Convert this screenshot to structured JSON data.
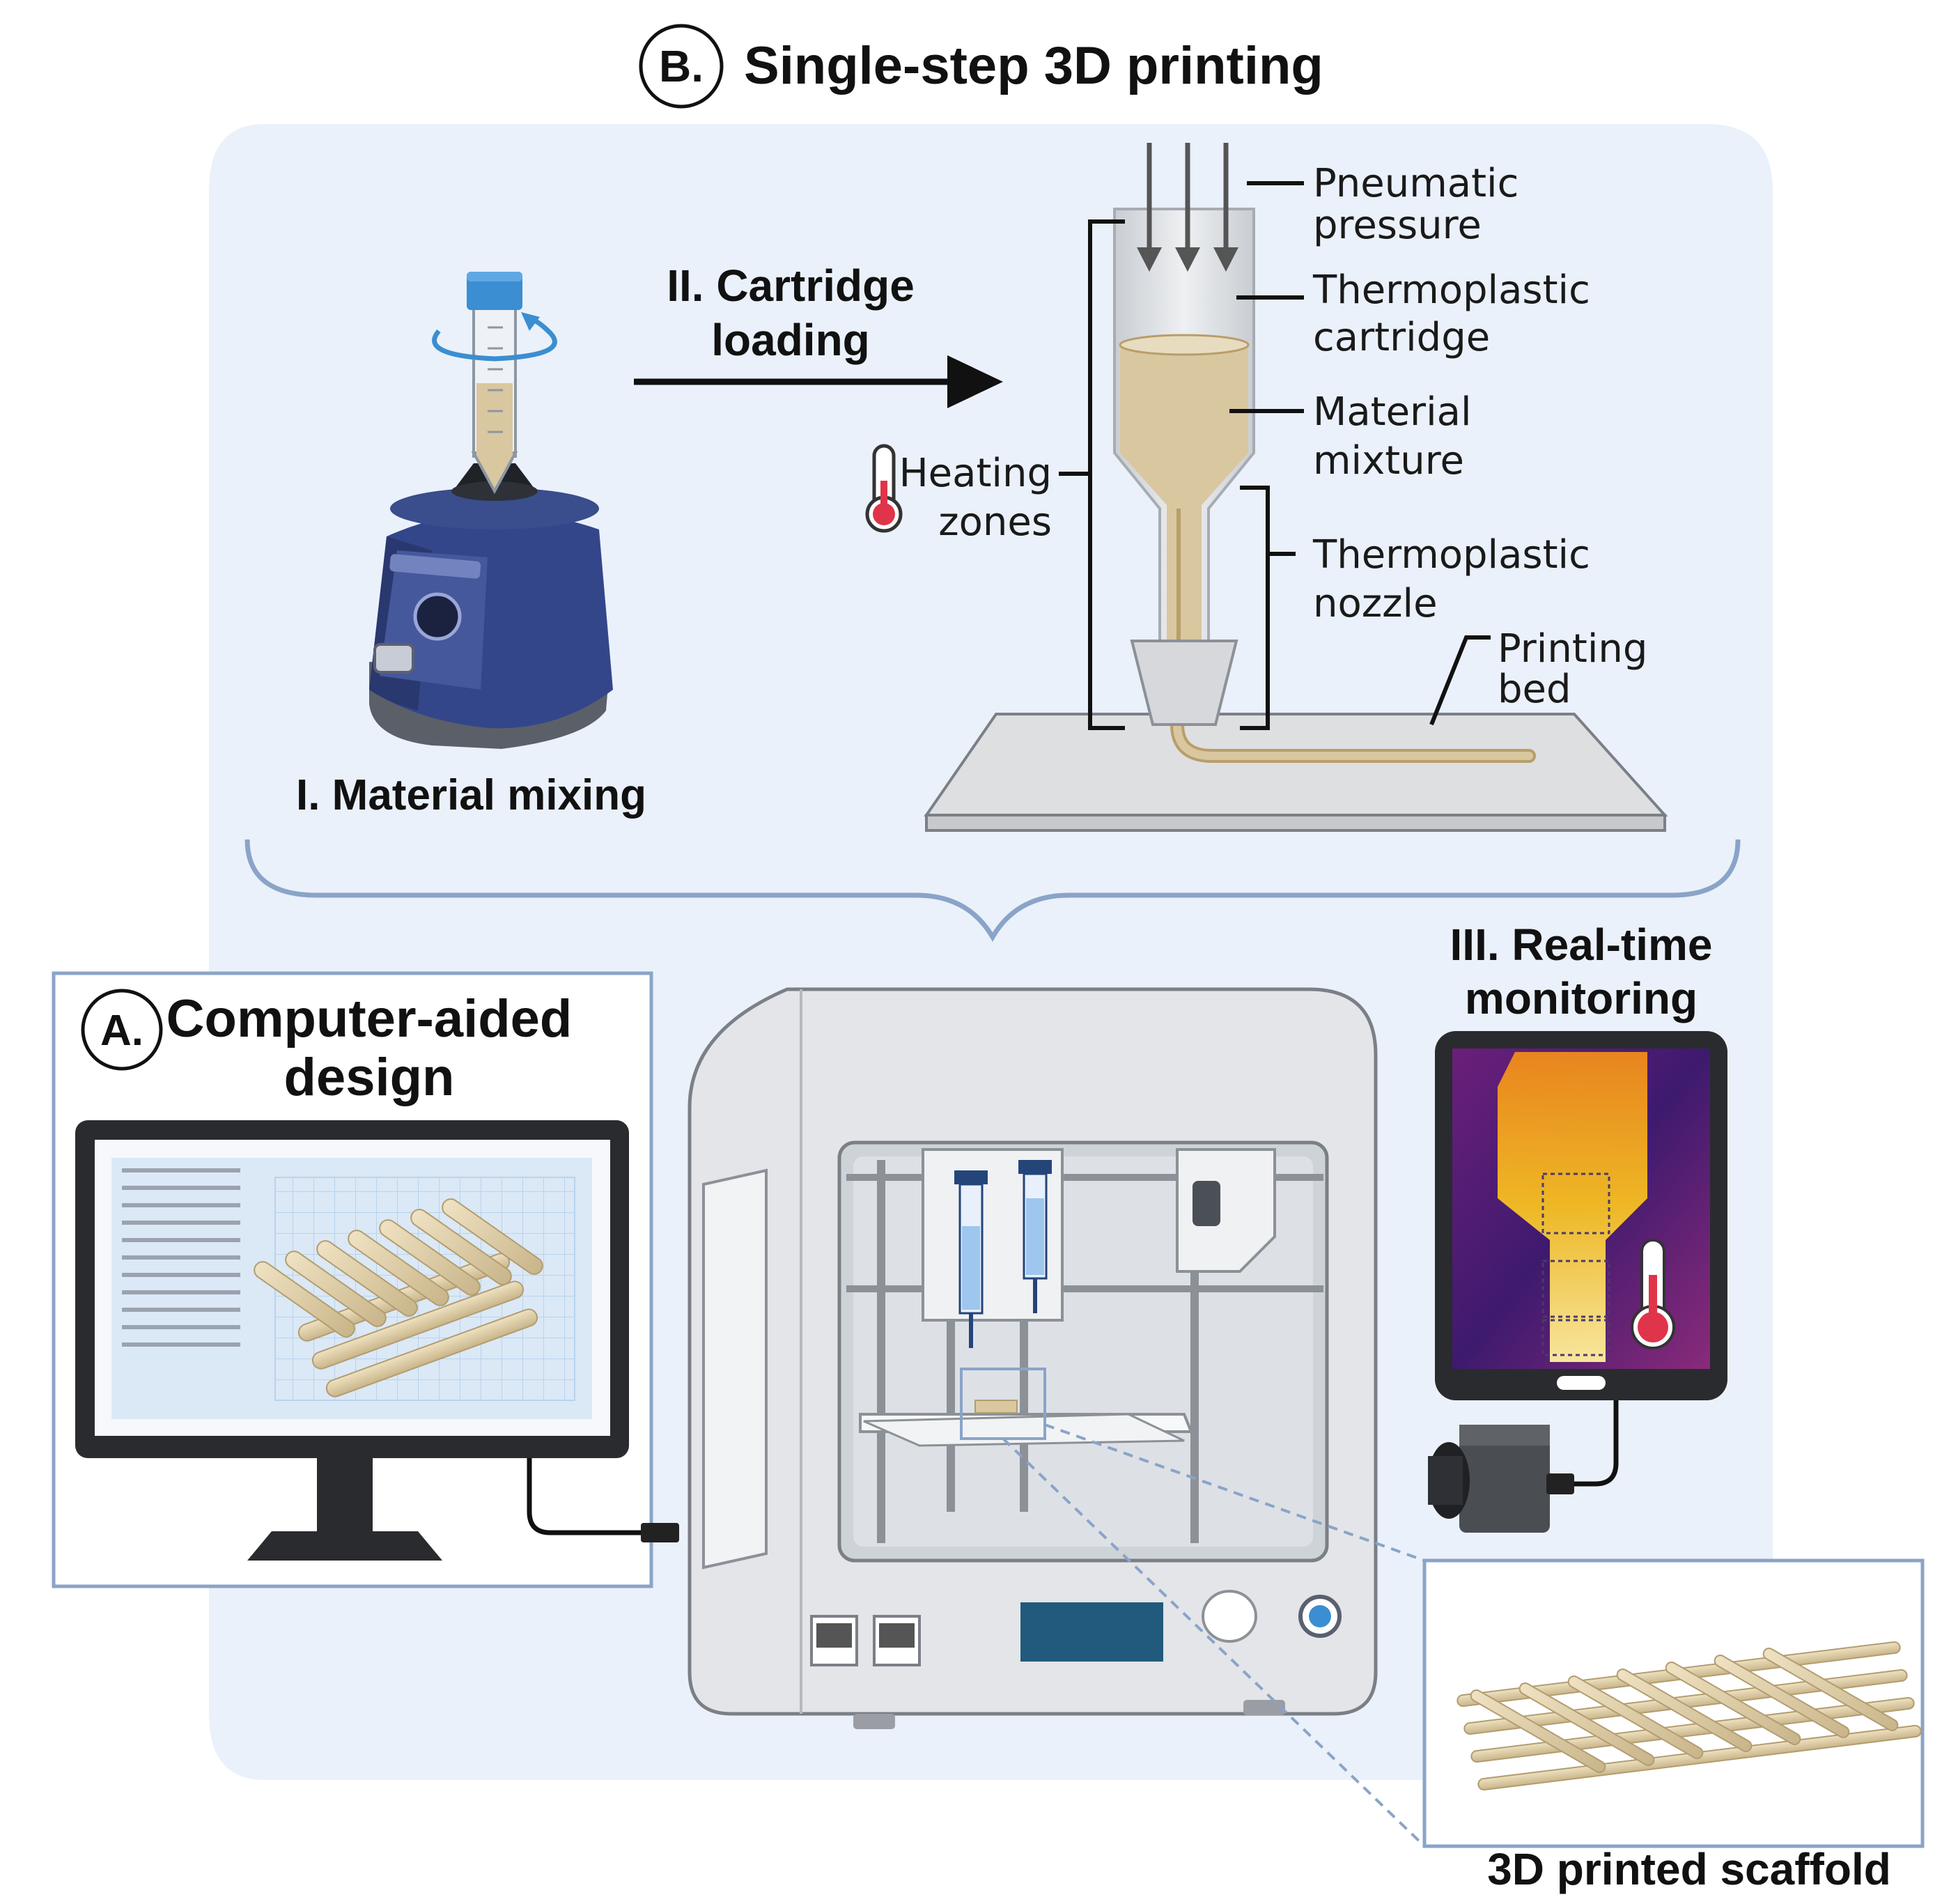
{
  "section_b": {
    "badge": "B.",
    "title": "Single-step 3D printing"
  },
  "section_a": {
    "badge": "A.",
    "title_line1": "Computer-aided",
    "title_line2": "design"
  },
  "steps": {
    "mixing": "I. Material mixing",
    "loading_line1": "II. Cartridge",
    "loading_line2": "loading",
    "monitoring_line1": "III. Real-time",
    "monitoring_line2": "monitoring"
  },
  "labels": {
    "pneumatic_line1": "Pneumatic",
    "pneumatic_line2": "pressure",
    "cartridge_line1": "Thermoplastic",
    "cartridge_line2": "cartridge",
    "mixture_line1": "Material",
    "mixture_line2": "mixture",
    "nozzle_line1": "Thermoplastic",
    "nozzle_line2": "nozzle",
    "bed_line1": "Printing",
    "bed_line2": "bed",
    "heating_line1": "Heating",
    "heating_line2": "zones",
    "scaffold": "3D printed scaffold"
  },
  "colors": {
    "panel_bg": "#eaf1fa",
    "panel_outline": "#8aa4c8",
    "material": "#d9c7a0",
    "material_dark": "#b89e6a",
    "vortex_body": "#3a4d8c",
    "thermal_hot": "#f5b21a",
    "thermal_cold": "#3b1c6b",
    "arrow": "#111111"
  },
  "icons": {
    "thermometer": "thermometer-icon",
    "rotation": "rotation-arrow-icon"
  }
}
